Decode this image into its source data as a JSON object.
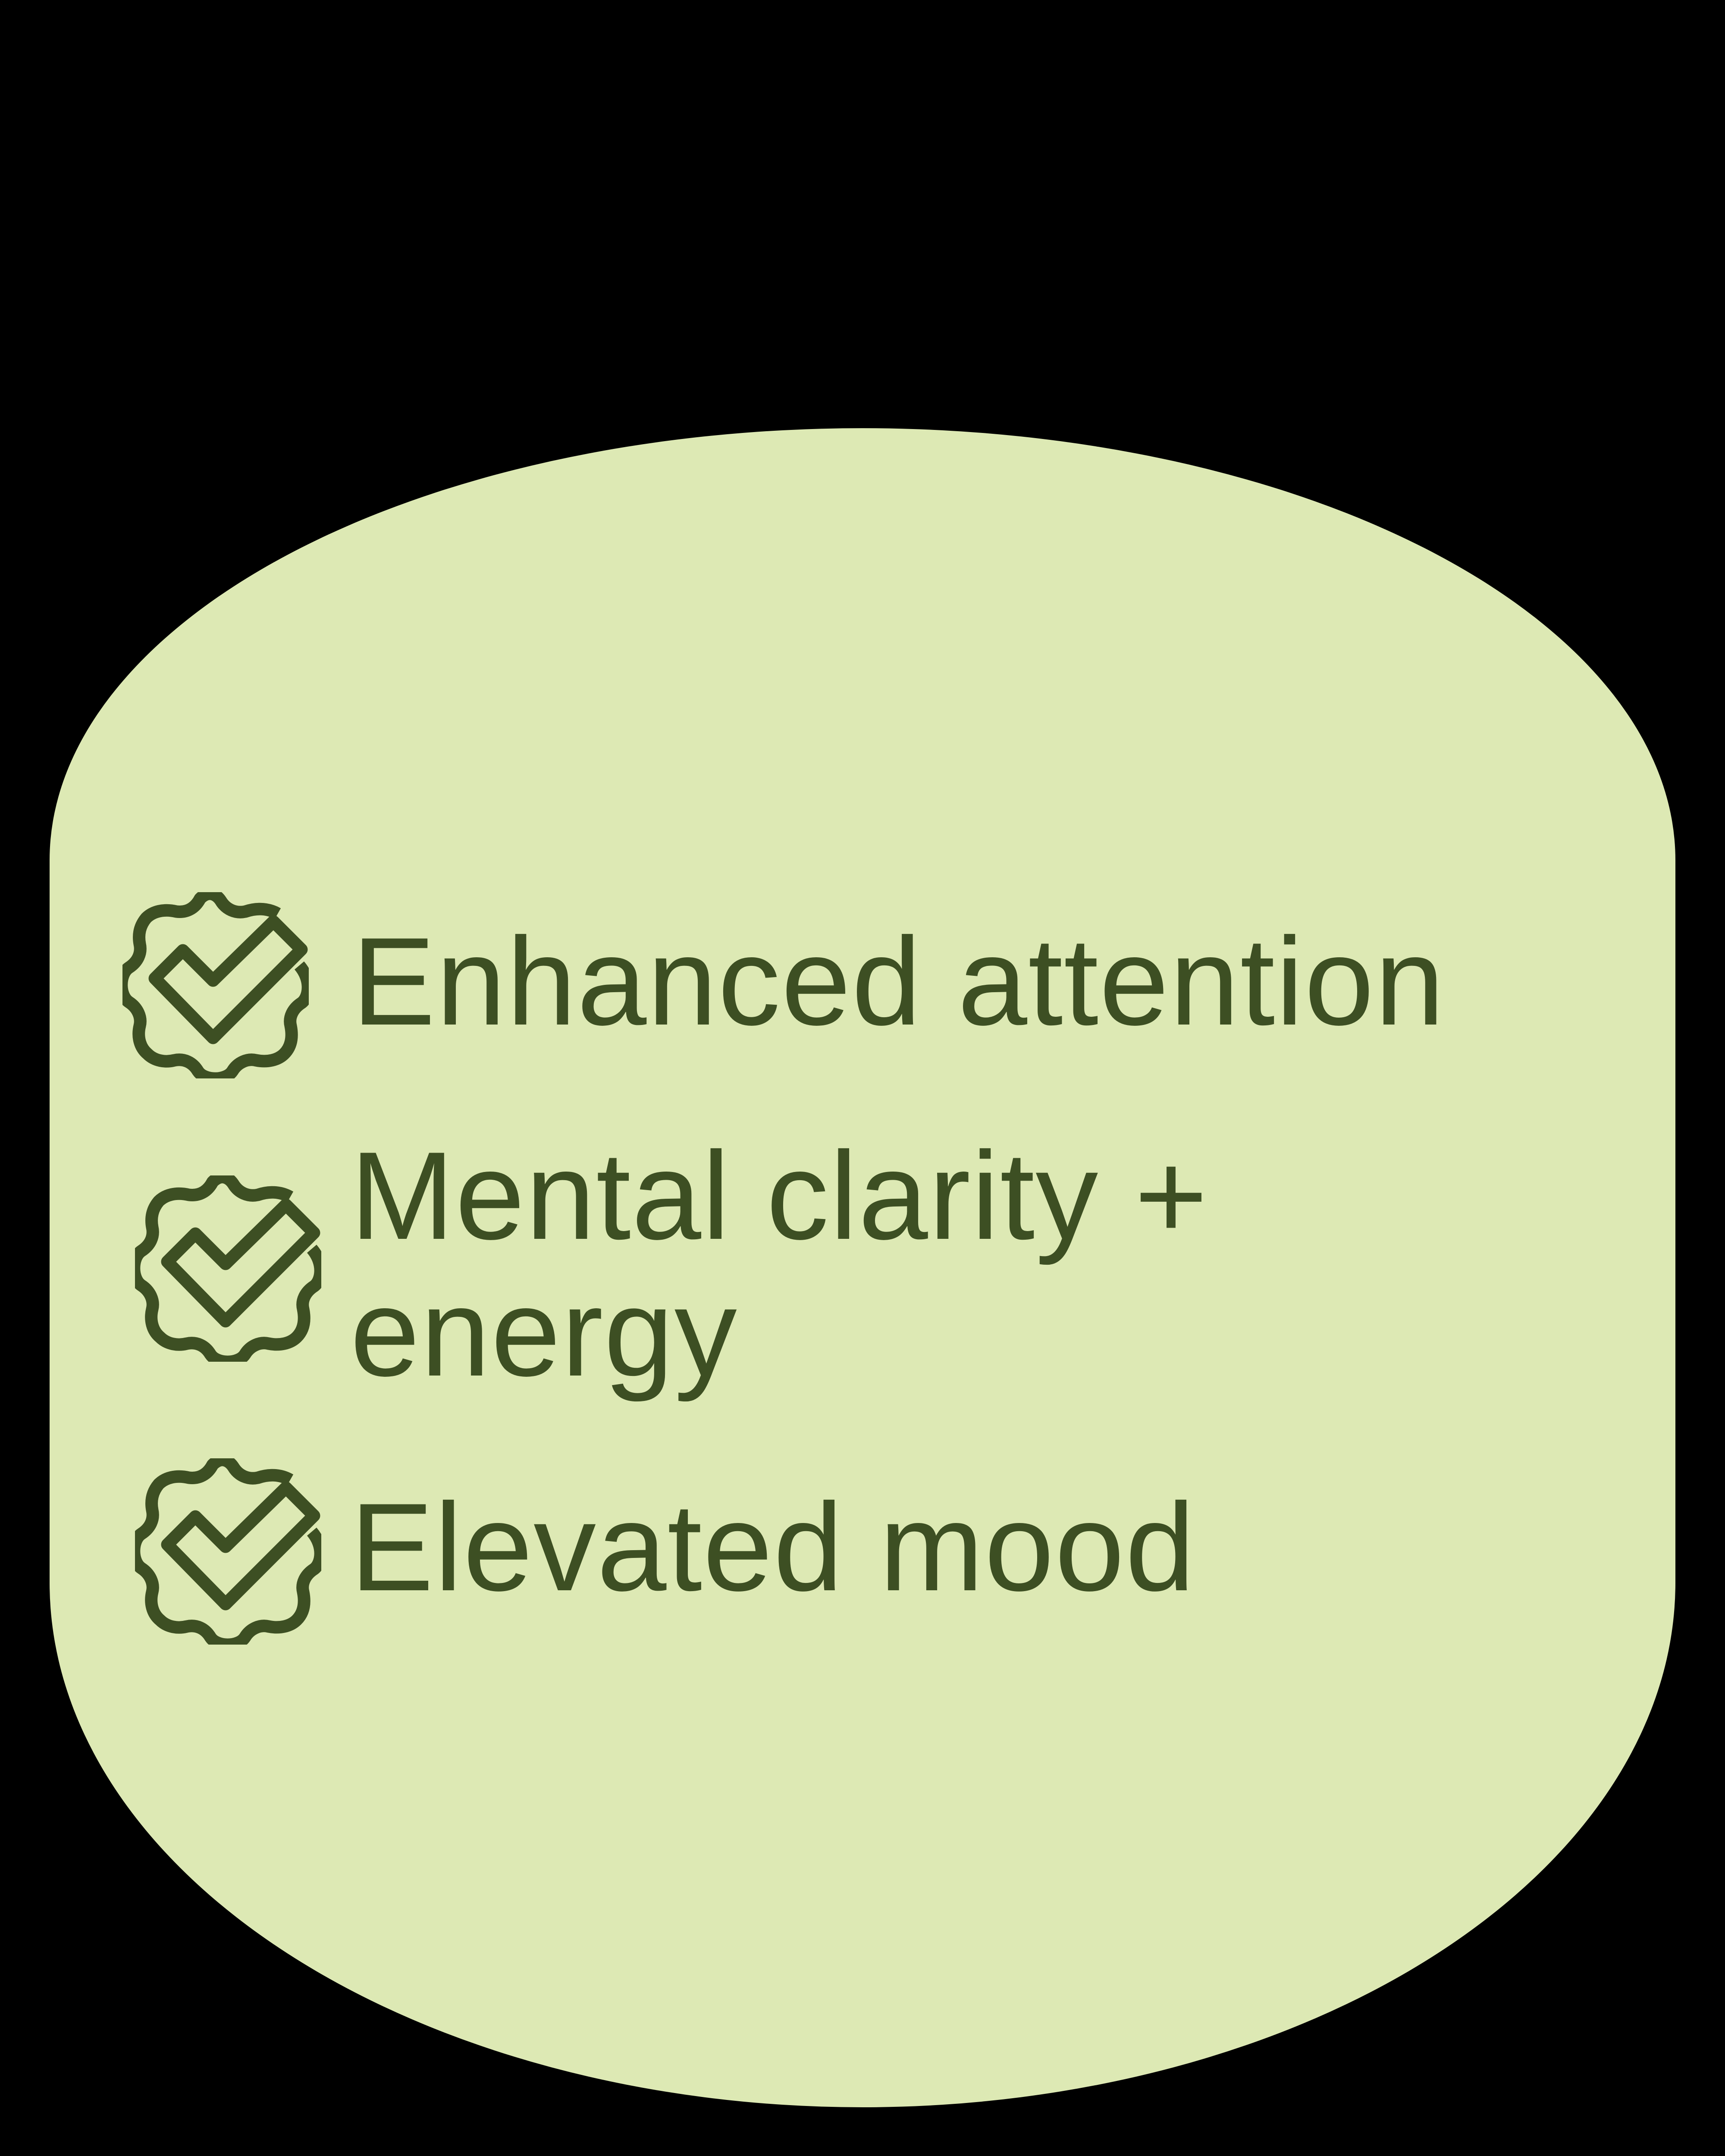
{
  "colors": {
    "background": "#000000",
    "card": "#DDE9B4",
    "accent": "#3D4F23"
  },
  "benefits": [
    {
      "icon": "badge-check-icon",
      "label_lines": [
        "Enhanced attention"
      ]
    },
    {
      "icon": "badge-check-icon",
      "label_lines": [
        "Mental clarity +",
        "energy"
      ]
    },
    {
      "icon": "badge-check-icon",
      "label_lines": [
        "Elevated mood"
      ]
    }
  ]
}
